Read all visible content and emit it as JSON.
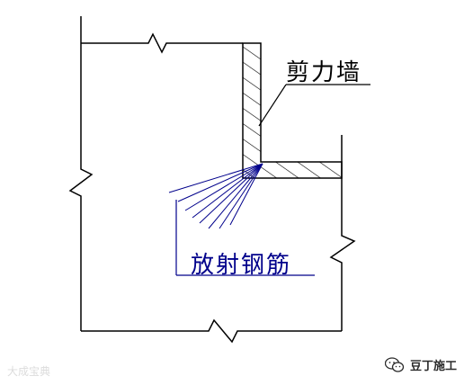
{
  "labels": {
    "shear_wall": "剪力墙",
    "radial_rebar": "放射钢筋"
  },
  "watermarks": {
    "left_text": "大成宝典",
    "right_text": "豆丁施工"
  },
  "colors": {
    "outline": "#000000",
    "rebar": "#00008b",
    "background": "#ffffff"
  }
}
